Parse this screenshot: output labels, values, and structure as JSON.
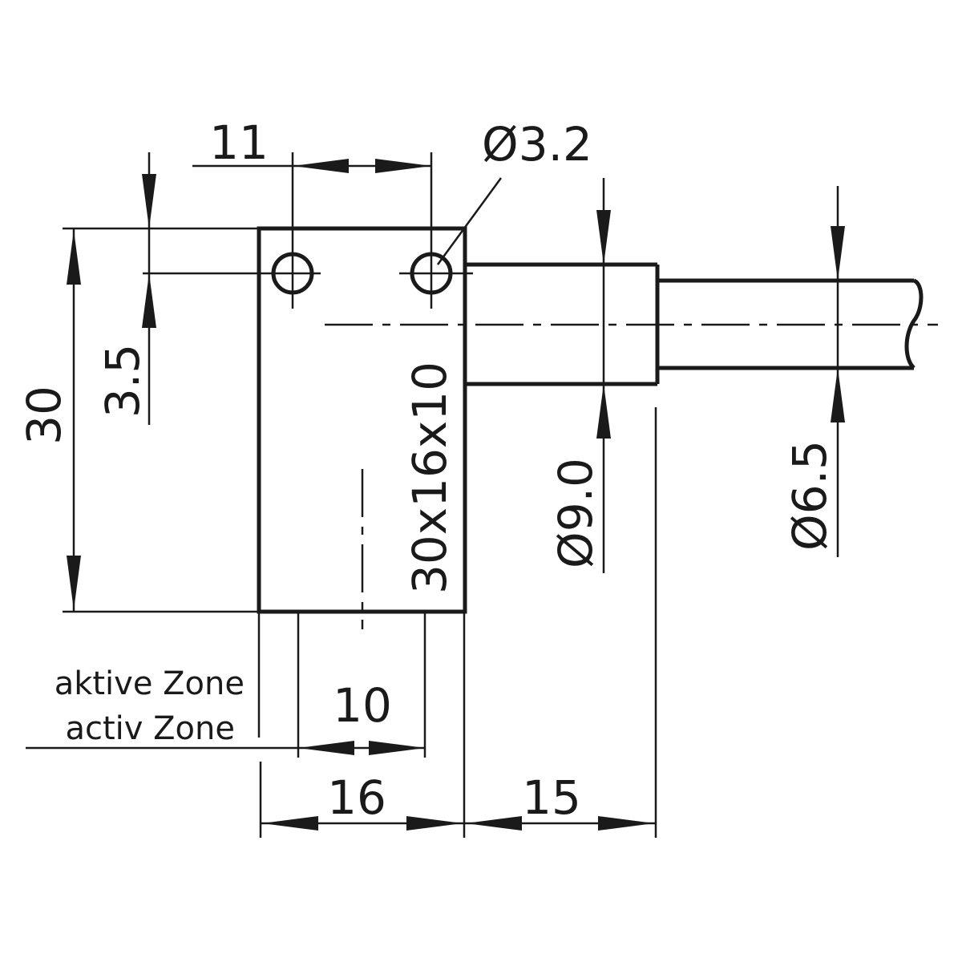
{
  "dimensions": {
    "hole_spacing": "11",
    "hole_diameter": "Ø3.2",
    "height": "30",
    "hole_offset": "3.5",
    "housing_size": "30x16x10",
    "cable_gland_diameter": "Ø9.0",
    "cable_diameter": "Ø6.5",
    "active_zone_width": "10",
    "width": "16",
    "gland_length": "15"
  },
  "labels": {
    "active_zone_de": "aktive Zone",
    "active_zone_en": "activ Zone"
  }
}
